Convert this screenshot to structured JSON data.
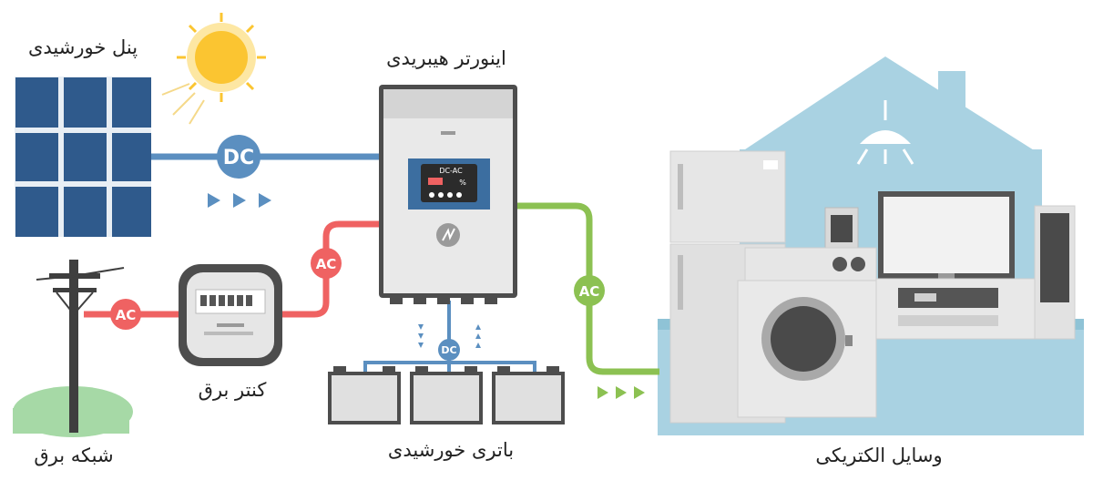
{
  "labels": {
    "solar_panel": "پنل خورشیدی",
    "hybrid_inverter": "اینورتر هیبریدی",
    "power_grid": "شبکه برق",
    "meter": "کنتر برق",
    "battery": "باتری خورشیدی",
    "appliances": "وسایل الکتریکی"
  },
  "badges": {
    "solar_dc": "DC",
    "grid_ac": "AC",
    "meter_ac": "AC",
    "battery_dc": "DC",
    "appliance_ac": "AC"
  },
  "inverter_display": {
    "mode": "DC-AC",
    "percent": "%"
  },
  "colors": {
    "dc_line": "#5b8fc0",
    "ac_grid_line": "#ef6262",
    "ac_load_line": "#8cc152",
    "panel": "#2f5a8c",
    "house": "#a8d0e0",
    "sun": "#fbc531"
  },
  "icons": {
    "sun": "sun-icon",
    "bolt": "lightning-bolt-icon",
    "lamp": "ceiling-lamp-icon"
  }
}
